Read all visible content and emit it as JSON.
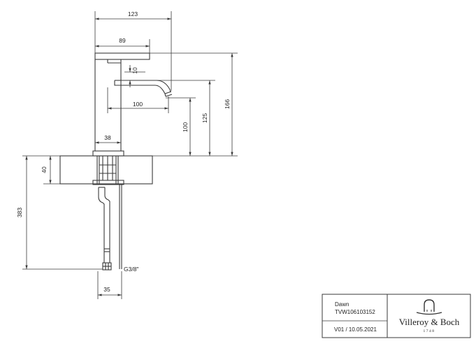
{
  "dimensions": {
    "overall_width": "123",
    "top_width": "89",
    "spout_offset": "10",
    "spout_reach": "100",
    "spout_height": "100",
    "outlet_height": "125",
    "total_height": "166",
    "body_width": "38",
    "counter_thickness": "40",
    "below_counter_length": "383",
    "connection_thread": "G3/8\"",
    "hose_width": "35"
  },
  "title_block": {
    "product_name": "Dawn",
    "article_number": "TVW106103152",
    "revision": "V01 / 10.05.2021",
    "brand": "Villeroy & Boch",
    "brand_year": "1748",
    "logo_icon": "faucet-logo-icon"
  }
}
